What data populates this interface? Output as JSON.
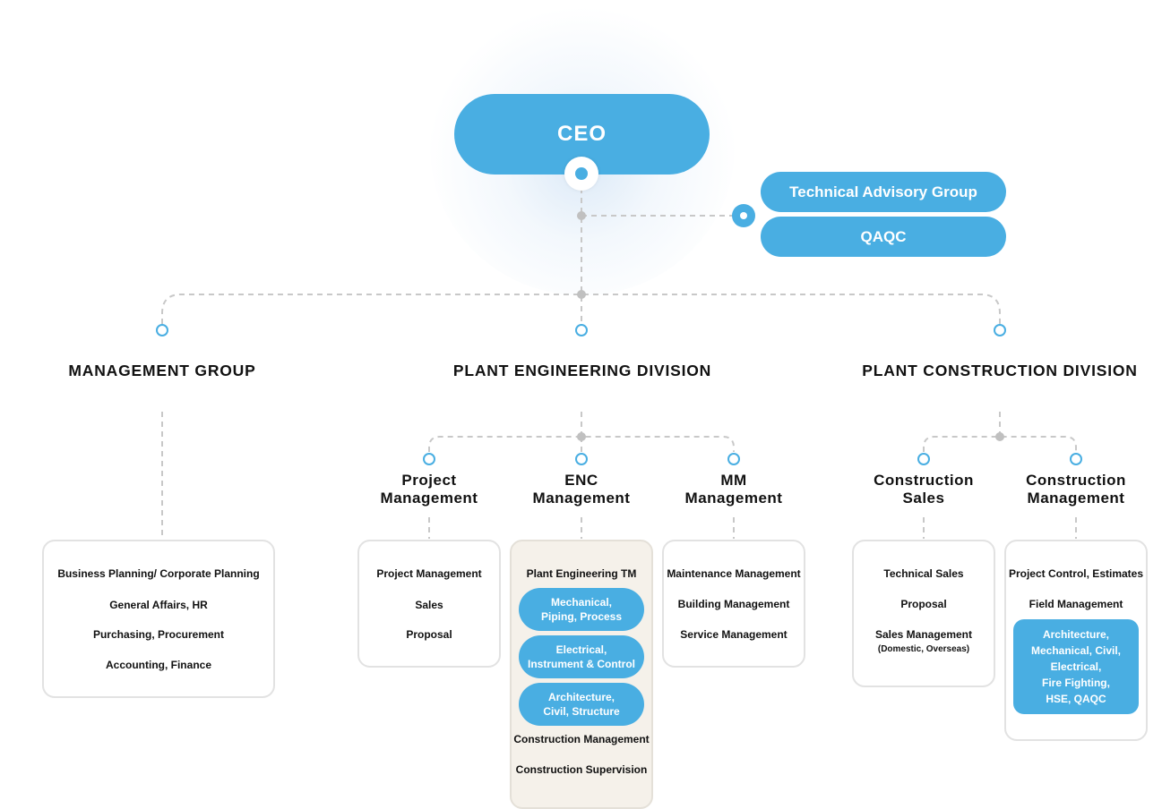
{
  "ceo": "CEO",
  "staff": [
    "Technical Advisory Group",
    "QAQC"
  ],
  "divisions": {
    "management": "MANAGEMENT GROUP",
    "engineering": "PLANT ENGINEERING DIVISION",
    "construction": "PLANT CONSTRUCTION DIVISION"
  },
  "management_box": [
    "Business Planning/ Corporate Planning",
    "General Affairs, HR",
    "Purchasing, Procurement",
    "Accounting, Finance"
  ],
  "engineering_units": {
    "project": {
      "title_line1": "Project",
      "title_line2": "Management",
      "items": [
        "Project Management",
        "Sales",
        "Proposal"
      ]
    },
    "enc": {
      "title_line1": "ENC",
      "title_line2": "Management",
      "head": "Plant Engineering TM",
      "pills": [
        [
          "Mechanical,",
          "Piping, Process"
        ],
        [
          "Electrical,",
          "Instrument & Control"
        ],
        [
          "Architecture,",
          "Civil, Structure"
        ]
      ],
      "tail": [
        "Construction Management",
        "Construction Supervision"
      ]
    },
    "mm": {
      "title_line1": "MM",
      "title_line2": "Management",
      "items": [
        "Maintenance Management",
        "Building Management",
        "Service Management"
      ]
    }
  },
  "construction_units": {
    "sales": {
      "title_line1": "Construction",
      "title_line2": "Sales",
      "items": [
        "Technical Sales",
        "Proposal",
        "Sales Management"
      ],
      "note": "(Domestic, Overseas)"
    },
    "management": {
      "title_line1": "Construction",
      "title_line2": "Management",
      "items": [
        "Project Control, Estimates",
        "Field Management"
      ],
      "pill": [
        "Architecture,",
        "Mechanical, Civil,",
        "Electrical,",
        "Fire Fighting,",
        "HSE, QAQC"
      ]
    }
  },
  "colors": {
    "accent": "#49aee2",
    "line": "#c8c8c8",
    "box_border": "#e2e2e2",
    "beige": "#f5f1ea"
  }
}
